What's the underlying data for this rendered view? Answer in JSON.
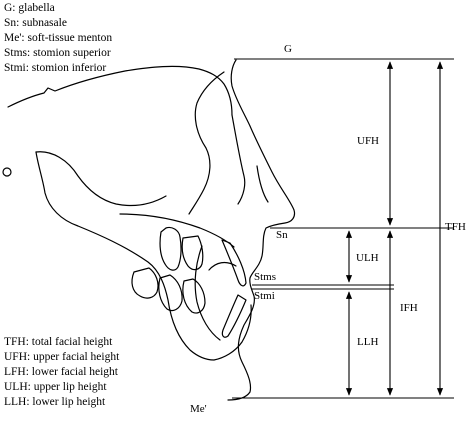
{
  "legend_top": [
    "G: glabella",
    "Sn: subnasale",
    "Me': soft-tissue menton",
    "Stms: stomion superior",
    "Stmi: stomion inferior"
  ],
  "legend_bottom": [
    "TFH: total facial height",
    "UFH: upper facial height",
    "LFH: lower facial height",
    "ULH: upper lip height",
    "LLH: lower lip height"
  ],
  "points": {
    "g": "G",
    "sn": "Sn",
    "stms": "Stms",
    "stmi": "Stmi",
    "me": "Me'"
  },
  "measures": {
    "ufh": "UFH",
    "ulh": "ULH",
    "llh": "LLH",
    "ifh": "IFH",
    "tfh": "TFH"
  }
}
